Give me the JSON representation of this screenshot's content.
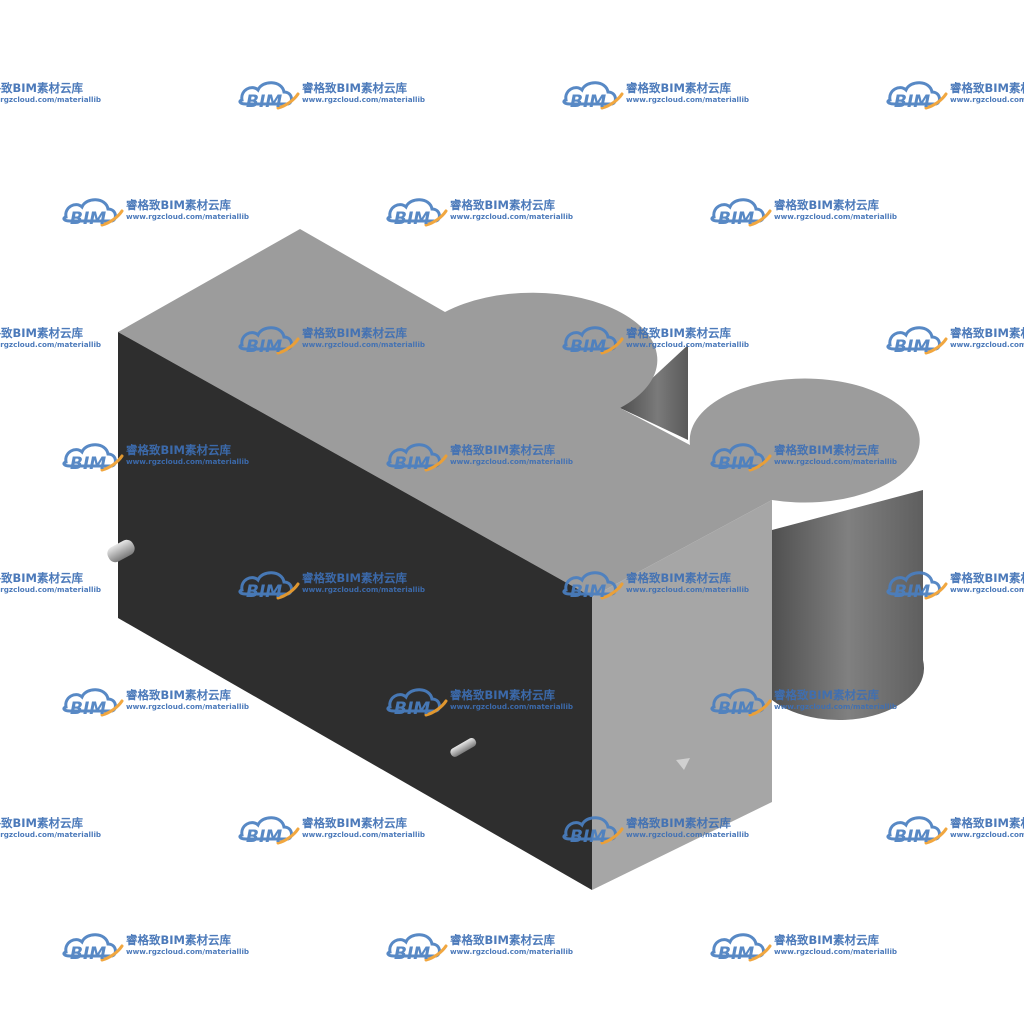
{
  "watermark": {
    "logo_text": "BIM",
    "name": "睿格致BIM素材云库",
    "url": "www.rgzcloud.com/materiallib",
    "colors": {
      "cloud": "#4a7fc1",
      "swoosh": "#f0a030",
      "text": "#3d6fb5"
    }
  },
  "model": {
    "colors": {
      "top": "#9c9c9c",
      "front": "#2e2e2e",
      "side": "#a6a6a6",
      "cylinder_light": "#8a8a8a",
      "cylinder_dark": "#5c5c5c"
    }
  }
}
